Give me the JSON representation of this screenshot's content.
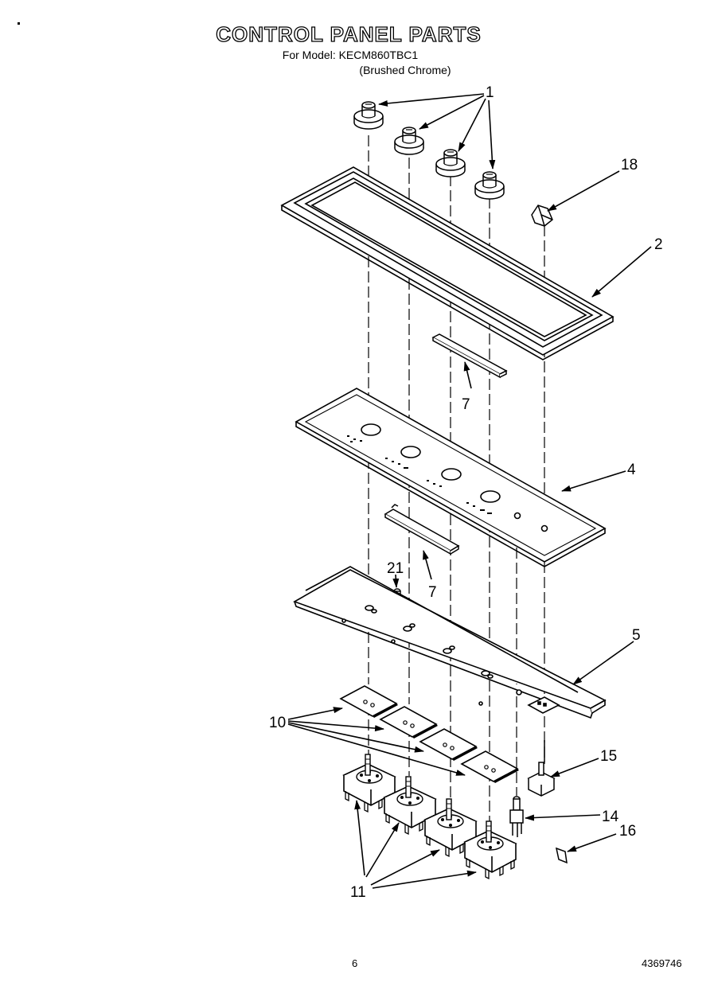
{
  "header": {
    "title": "CONTROL PANEL PARTS",
    "model_line": "For Model: KECM860TBC1",
    "finish_line": "(Brushed Chrome)"
  },
  "callouts": {
    "c1": "1",
    "c2": "2",
    "c4": "4",
    "c5": "5",
    "c7a": "7",
    "c7b": "7",
    "c10": "10",
    "c11": "11",
    "c14": "14",
    "c15": "15",
    "c16": "16",
    "c18": "18",
    "c21": "21"
  },
  "footer": {
    "page": "6",
    "doc_code": "4369746"
  }
}
